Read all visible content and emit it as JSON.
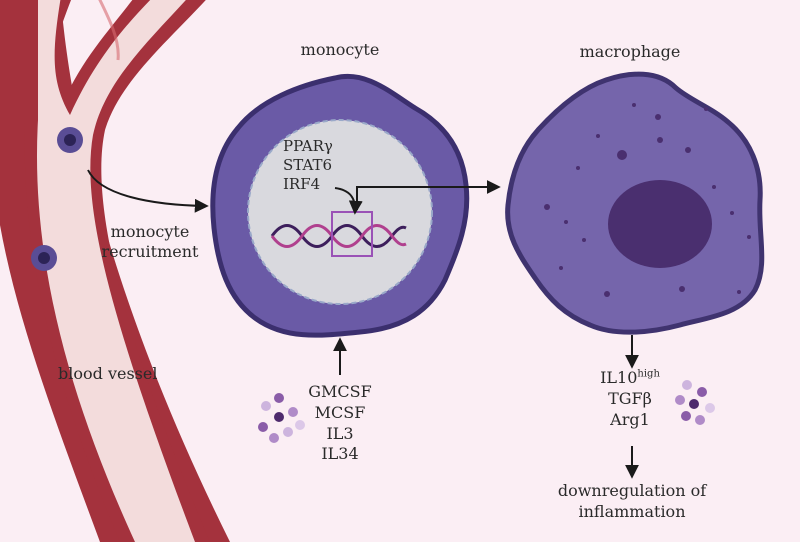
{
  "labels": {
    "monocyte": "monocyte",
    "macrophage": "macrophage",
    "recruitment_1": "monocyte",
    "recruitment_2": "recruitment",
    "blood_vessel": "blood vessel"
  },
  "transcription_factors": [
    "PPARγ",
    "STAT6",
    "IRF4"
  ],
  "input_cytokines": [
    "GMCSF",
    "MCSF",
    "IL3",
    "IL34"
  ],
  "output_factors": {
    "il10": "IL10",
    "il10_sup": "high",
    "tgfb": "TGFβ",
    "arg1": "Arg1"
  },
  "outcome": [
    "downregulation of",
    "inflammation"
  ],
  "colors": {
    "background": "#fbeef4",
    "vessel_wall": "#a4323d",
    "vessel_lumen": "#f3dcdc",
    "monocyte_outer": "#6a5aa6",
    "monocyte_border": "#3b2f6e",
    "nucleus": "#d9d9de",
    "macrophage": "#7565ab",
    "macrophage_nucleus": "#4a2f6f",
    "dna_dark": "#3d1f5c",
    "dna_accent": "#b0408e"
  }
}
